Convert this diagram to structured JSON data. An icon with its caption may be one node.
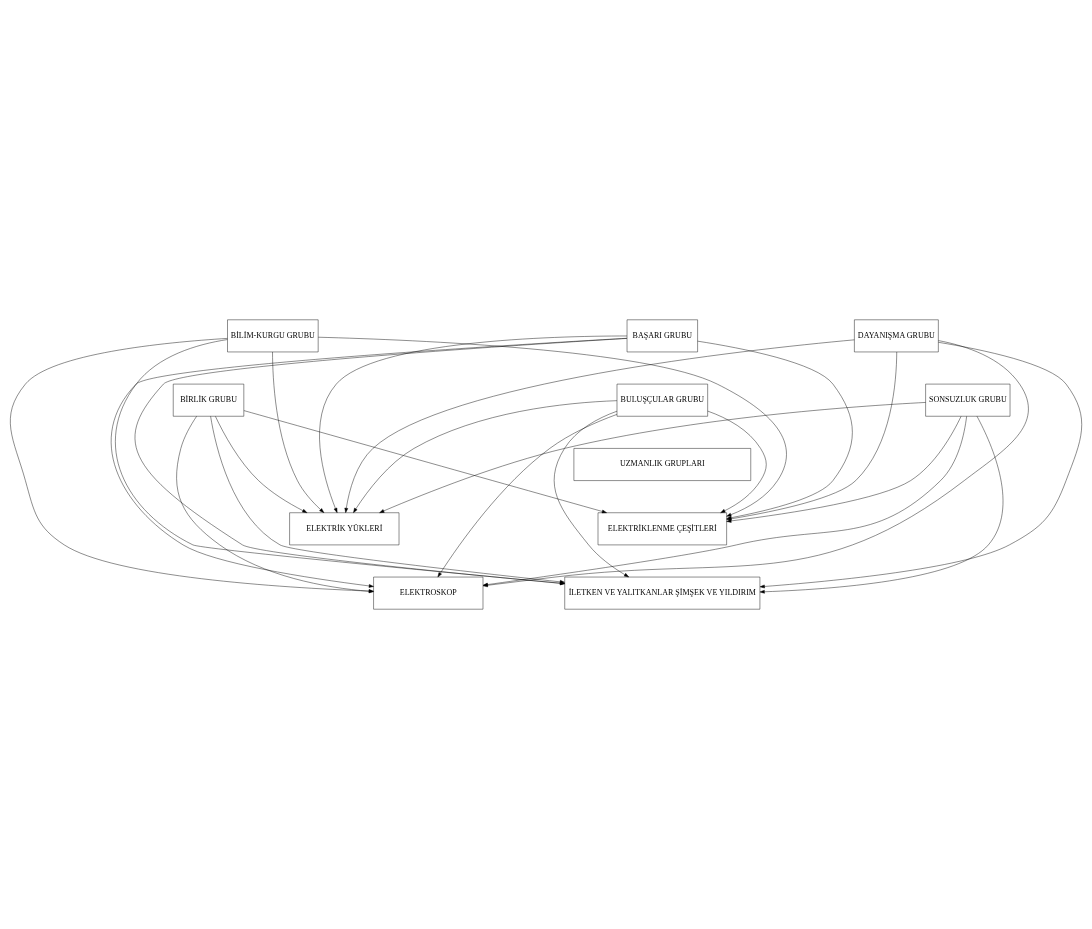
{
  "diagram": {
    "nodes": [
      {
        "text": [
          "BİLİM-KURGU GRUBU"
        ]
      },
      {
        "text": [
          "BAŞARI GRUBU"
        ]
      },
      {
        "text": [
          "DAYANIŞMA GRUBU"
        ]
      },
      {
        "text": [
          "BİRLİK GRUBU"
        ]
      },
      {
        "text": [
          "BULUŞÇULAR GRUBU"
        ]
      },
      {
        "text": [
          "SONSUZLUK GRUBU"
        ]
      },
      {
        "text": [
          "UZMANLIK GRUPLARI"
        ]
      },
      {
        "text": [
          "ELEKTRİK YÜKLERİ"
        ]
      },
      {
        "text": [
          "ELEKTRİKLENME ÇEŞİTLERİ"
        ]
      },
      {
        "text": [
          "ELEKTROSKOP"
        ]
      },
      {
        "text": [
          "İLETKEN VE YALITKANLAR ŞİMŞEK VE YILDIRIM"
        ]
      }
    ],
    "edges": [
      {
        "from": 0,
        "to": 7,
        "arrow": "to"
      },
      {
        "from": 0,
        "to": 8,
        "arrow": "to"
      },
      {
        "from": 0,
        "to": 9,
        "arrow": "to"
      },
      {
        "from": 0,
        "to": 10,
        "arrow": "to"
      },
      {
        "from": 1,
        "to": 7,
        "arrow": "to"
      },
      {
        "from": 1,
        "to": 8,
        "arrow": "to"
      },
      {
        "from": 1,
        "to": 9,
        "arrow": "to"
      },
      {
        "from": 1,
        "to": 10,
        "arrow": "to"
      },
      {
        "from": 2,
        "to": 7,
        "arrow": "to"
      },
      {
        "from": 2,
        "to": 8,
        "arrow": "to"
      },
      {
        "from": 2,
        "to": 9,
        "arrow": "to"
      },
      {
        "from": 2,
        "to": 10,
        "arrow": "to"
      },
      {
        "from": 3,
        "to": 7,
        "arrow": "to"
      },
      {
        "from": 3,
        "to": 8,
        "arrow": "to"
      },
      {
        "from": 3,
        "to": 9,
        "arrow": "to"
      },
      {
        "from": 3,
        "to": 10,
        "arrow": "to"
      },
      {
        "from": 4,
        "to": 7,
        "arrow": "to"
      },
      {
        "from": 4,
        "to": 8,
        "arrow": "to"
      },
      {
        "from": 4,
        "to": 9,
        "arrow": "to"
      },
      {
        "from": 4,
        "to": 10,
        "arrow": "to"
      },
      {
        "from": 5,
        "to": 7,
        "arrow": "to"
      },
      {
        "from": 5,
        "to": 8,
        "arrow": "to"
      },
      {
        "from": 5,
        "to": 9,
        "arrow": "to"
      },
      {
        "from": 5,
        "to": 10,
        "arrow": "to"
      }
    ]
  }
}
